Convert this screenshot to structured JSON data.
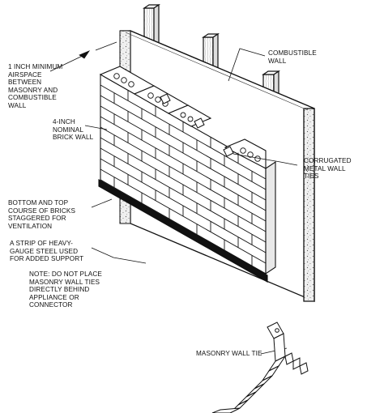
{
  "labels": {
    "airspace": [
      "1 INCH MINIMUM",
      "AIRSPACE",
      "BETWEEN",
      "MASONRY AND",
      "COMBUSTIBLE",
      "WALL"
    ],
    "combustible_wall": [
      "COMBUSTIBLE",
      "WALL"
    ],
    "brick_wall": [
      "4-INCH",
      "NOMINAL",
      "BRICK WALL"
    ],
    "metal_ties": [
      "CORRUGATED",
      "METAL WALL",
      "TIES"
    ],
    "course": [
      "BOTTOM AND TOP",
      "COURSE OF BRICKS",
      "STAGGERED FOR",
      "VENTILATION"
    ],
    "steel_strip": [
      "A STRIP OF HEAVY-",
      "GAUGE STEEL USED",
      "FOR ADDED SUPPORT"
    ],
    "note": [
      "NOTE: DO NOT PLACE",
      "MASONRY WALL TIES",
      "DIRECTLY BEHIND",
      "APPLIANCE OR",
      "CONNECTOR"
    ],
    "wall_tie_detail": [
      "MASONRY WALL TIE"
    ]
  },
  "colors": {
    "ink": "#111111",
    "paper": "#ffffff",
    "insulation": "#e6e6e6",
    "steel": "#111111"
  }
}
